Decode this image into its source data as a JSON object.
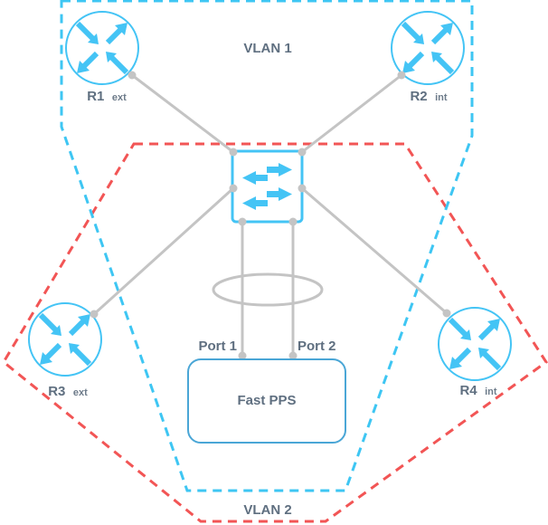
{
  "diagram": {
    "title": "VLAN network topology with Fast PPS",
    "colors": {
      "vlan1": "#3ec6f3",
      "vlan2": "#f25555",
      "device_stroke": "#44c4f5",
      "link": "#c4c4c4",
      "label": "#5f6f80",
      "pps_stroke": "#4aa6d6"
    },
    "vlans": [
      {
        "id": "vlan1",
        "label": "VLAN 1",
        "color": "#3ec6f3"
      },
      {
        "id": "vlan2",
        "label": "VLAN 2",
        "color": "#f25555"
      }
    ],
    "routers": [
      {
        "id": "r1",
        "name": "R1",
        "role": "ext",
        "icon": "router-icon"
      },
      {
        "id": "r2",
        "name": "R2",
        "role": "int",
        "icon": "router-icon"
      },
      {
        "id": "r3",
        "name": "R3",
        "role": "ext",
        "icon": "router-icon"
      },
      {
        "id": "r4",
        "name": "R4",
        "role": "int",
        "icon": "router-icon"
      }
    ],
    "switch": {
      "id": "sw",
      "icon": "switch-icon"
    },
    "pps": {
      "id": "pps",
      "label": "Fast PPS",
      "ports": [
        "Port 1",
        "Port 2"
      ]
    },
    "links": [
      {
        "from": "r1",
        "to": "sw"
      },
      {
        "from": "r2",
        "to": "sw"
      },
      {
        "from": "r3",
        "to": "sw"
      },
      {
        "from": "r4",
        "to": "sw"
      },
      {
        "from": "sw",
        "to": "pps",
        "port": "Port 1"
      },
      {
        "from": "sw",
        "to": "pps",
        "port": "Port 2"
      }
    ],
    "bundle": {
      "type": "lag-ellipse",
      "members": [
        "Port 1",
        "Port 2"
      ]
    }
  }
}
